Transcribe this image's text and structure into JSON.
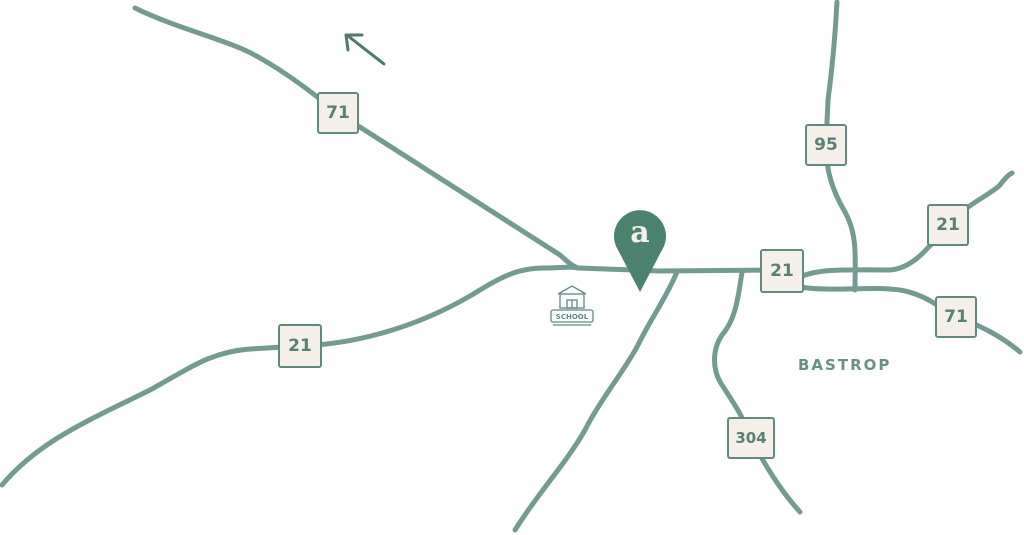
{
  "map": {
    "city_label": "BASTROP",
    "pin": {
      "logo_letter": "a",
      "color": "#4d8170"
    },
    "road_color": "#739b90",
    "shields": [
      {
        "id": "hwy-71-nw",
        "label": "71"
      },
      {
        "id": "hwy-95",
        "label": "95"
      },
      {
        "id": "hwy-21-ne",
        "label": "21"
      },
      {
        "id": "hwy-21-center",
        "label": "21"
      },
      {
        "id": "hwy-71-east",
        "label": "71"
      },
      {
        "id": "hwy-21-west",
        "label": "21"
      },
      {
        "id": "hwy-304",
        "label": "304"
      }
    ],
    "school_label": "SCHOOL"
  }
}
